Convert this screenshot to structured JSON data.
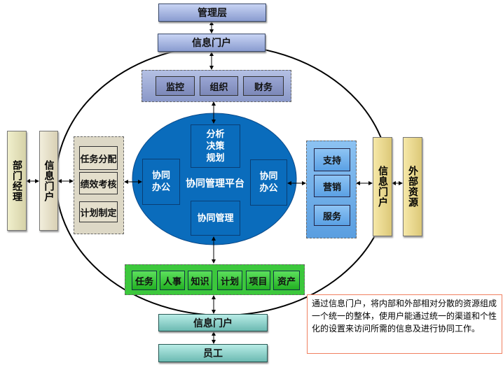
{
  "top": {
    "management": "管理层",
    "portal": "信息门户"
  },
  "top_group": [
    "监控",
    "组织",
    "财务"
  ],
  "platform": {
    "title": "协同管理平台",
    "analysis": "分析\n决策\n规划",
    "office_left": "协同\n办公",
    "office_right": "协同\n办公",
    "management": "协同管理"
  },
  "left": {
    "manager": "部门经理",
    "portal": "信息门户",
    "items": [
      "任务分配",
      "绩效考核",
      "计划制定"
    ]
  },
  "right": {
    "portal": "信息门户",
    "external": "外部资源",
    "items": [
      "支持",
      "营销",
      "服务"
    ]
  },
  "bottom_group": [
    "任务",
    "人事",
    "知识",
    "计划",
    "项目",
    "资产"
  ],
  "bottom": {
    "portal": "信息门户",
    "employee": "员工"
  },
  "note": "通过信息门户，将内部和外部相对分散的资源组成一个统一的整体，使用户能通过统一的渠道和个性化的设置来访问所需的信息及进行协同工作。",
  "colors": {
    "platform": "#0a6cbc",
    "note_border": "#f08060"
  }
}
